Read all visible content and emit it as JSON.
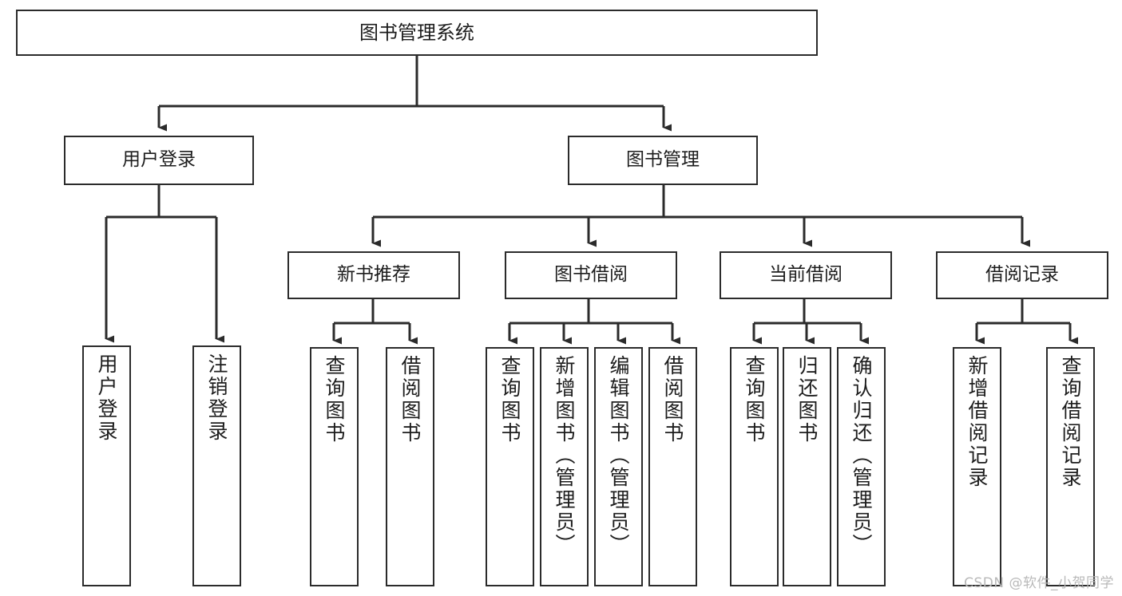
{
  "diagram": {
    "title": "图书管理系统",
    "type": "tree-hierarchy",
    "watermark": "CSDN @软件_小贺同学",
    "colors": {
      "stroke": "#2b2b2b",
      "fill": "#ffffff",
      "text": "#1d1d1d",
      "watermark": "#b9b9b9"
    },
    "nodes": {
      "root": {
        "label": "图书管理系统"
      },
      "level2": [
        {
          "id": "user-login",
          "label": "用户登录"
        },
        {
          "id": "book-manage",
          "label": "图书管理"
        }
      ],
      "level3": [
        {
          "id": "new-book-recommend",
          "label": "新书推荐"
        },
        {
          "id": "book-borrow",
          "label": "图书借阅"
        },
        {
          "id": "current-borrow",
          "label": "当前借阅"
        },
        {
          "id": "borrow-record",
          "label": "借阅记录"
        }
      ],
      "leaves": {
        "user_login": [
          {
            "id": "leaf-user-login",
            "label": "用户登录"
          },
          {
            "id": "leaf-logout-login",
            "label": "注销登录"
          }
        ],
        "new_book_recommend": [
          {
            "id": "leaf-query-book-1",
            "label": "查询图书"
          },
          {
            "id": "leaf-borrow-book-1",
            "label": "借阅图书"
          }
        ],
        "book_borrow": [
          {
            "id": "leaf-query-book-2",
            "label": "查询图书"
          },
          {
            "id": "leaf-add-book",
            "label": "新增图书（管理员）"
          },
          {
            "id": "leaf-edit-book",
            "label": "编辑图书（管理员）"
          },
          {
            "id": "leaf-borrow-book-2",
            "label": "借阅图书"
          }
        ],
        "current_borrow": [
          {
            "id": "leaf-query-book-3",
            "label": "查询图书"
          },
          {
            "id": "leaf-return-book",
            "label": "归还图书"
          },
          {
            "id": "leaf-confirm-return",
            "label": "确认归还（管理员）"
          }
        ],
        "borrow_record": [
          {
            "id": "leaf-add-record",
            "label": "新增借阅记录"
          },
          {
            "id": "leaf-query-record",
            "label": "查询借阅记录"
          }
        ]
      }
    }
  }
}
